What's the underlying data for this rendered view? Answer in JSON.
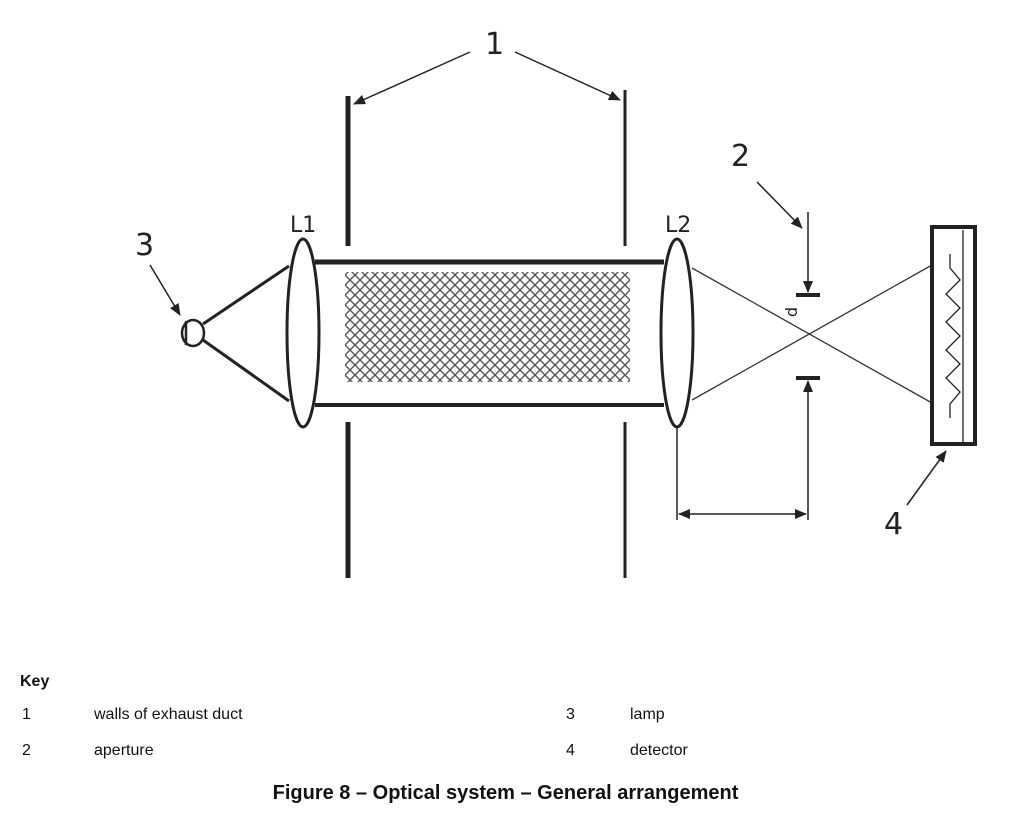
{
  "figure": {
    "caption": "Figure 8 – Optical system – General arrangement",
    "callouts": {
      "c1": "1",
      "c2": "2",
      "c3": "3",
      "c4": "4"
    },
    "lens_labels": {
      "l1": "L1",
      "l2": "L2"
    },
    "dimension_label": "d"
  },
  "key": {
    "title": "Key",
    "items": [
      {
        "number": "1",
        "text": "walls of exhaust duct"
      },
      {
        "number": "2",
        "text": "aperture"
      },
      {
        "number": "3",
        "text": "lamp"
      },
      {
        "number": "4",
        "text": "detector"
      }
    ]
  },
  "colors": {
    "ink": "#222222",
    "background": "#ffffff"
  }
}
